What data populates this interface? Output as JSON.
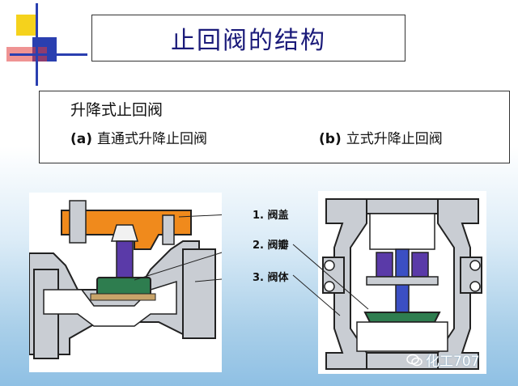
{
  "slide": {
    "title": "止回阀的结构",
    "heading": "升降式止回阀",
    "types": [
      {
        "tag": "(a)",
        "label": "直通式升降止回阀"
      },
      {
        "tag": "(b)",
        "label": "立式升降止回阀"
      }
    ]
  },
  "callouts": [
    "1. 阀盖",
    "2. 阀瓣",
    "3. 阀体"
  ],
  "watermark": {
    "text": "化工707",
    "icon": "wechat-icon"
  },
  "colors": {
    "title_text": "#1b1b7a",
    "bonnet": "#f08a1c",
    "disc": "#2e7d4f",
    "stem": "#5a3aa8",
    "body": "#c9cdd3",
    "deco_yellow": "#f5d21c",
    "deco_blue": "#2a3fb0",
    "deco_red": "#e23b3b"
  }
}
